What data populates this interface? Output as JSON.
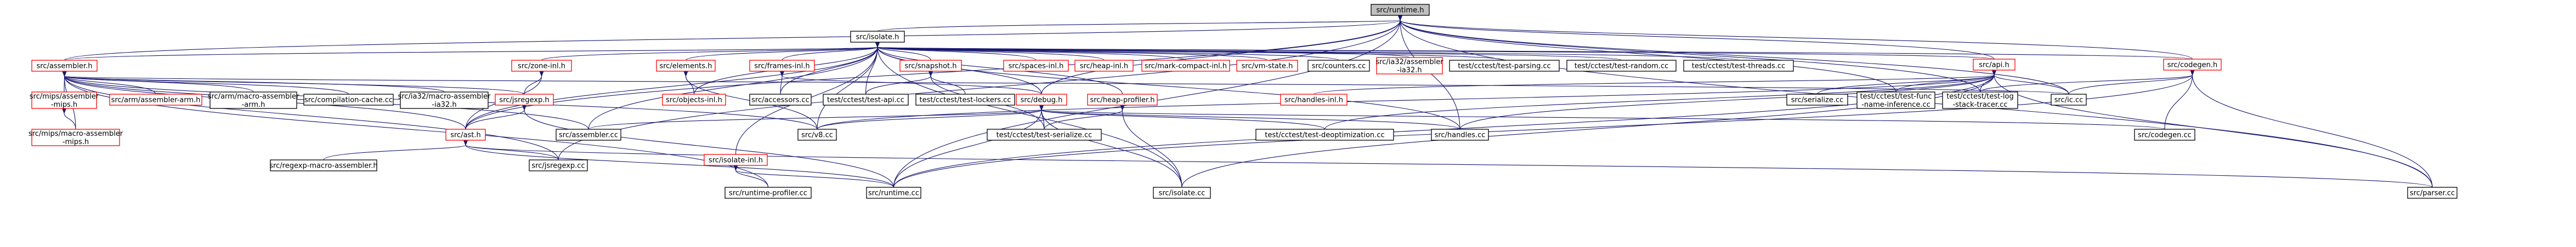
{
  "diagram": {
    "root": "src/runtime.h",
    "nodes": [
      {
        "id": "runtime_h",
        "label": "src/runtime.h",
        "style": "root"
      },
      {
        "id": "isolate_h",
        "label": "src/isolate.h",
        "style": "plain"
      },
      {
        "id": "assembler_h",
        "label": "src/assembler.h",
        "style": "red"
      },
      {
        "id": "zone_inl",
        "label": "src/zone-inl.h",
        "style": "red"
      },
      {
        "id": "elements_h",
        "label": "src/elements.h",
        "style": "red"
      },
      {
        "id": "frames_inl",
        "label": "src/frames-inl.h",
        "style": "red"
      },
      {
        "id": "snapshot_h",
        "label": "src/snapshot.h",
        "style": "red"
      },
      {
        "id": "spaces_inl",
        "label": "src/spaces-inl.h",
        "style": "red"
      },
      {
        "id": "heap_inl",
        "label": "src/heap-inl.h",
        "style": "red"
      },
      {
        "id": "mark_compact_inl",
        "label": "src/mark-compact-inl.h",
        "style": "red"
      },
      {
        "id": "vm_state_h",
        "label": "src/vm-state.h",
        "style": "red"
      },
      {
        "id": "counters_cc",
        "label": "src/counters.cc",
        "style": "plain"
      },
      {
        "id": "ia32_assembler_ia32_h",
        "label": "src/ia32/assembler\n-ia32.h",
        "style": "red"
      },
      {
        "id": "test_parsing",
        "label": "test/cctest/test-parsing.cc",
        "style": "plain"
      },
      {
        "id": "test_random",
        "label": "test/cctest/test-random.cc",
        "style": "plain"
      },
      {
        "id": "test_threads",
        "label": "test/cctest/test-threads.cc",
        "style": "plain"
      },
      {
        "id": "api_h",
        "label": "src/api.h",
        "style": "red"
      },
      {
        "id": "codegen_h",
        "label": "src/codegen.h",
        "style": "red"
      },
      {
        "id": "mips_assembler_mips_h",
        "label": "src/mips/assembler\n-mips.h",
        "style": "red"
      },
      {
        "id": "arm_assembler_arm_h",
        "label": "src/arm/assembler-arm.h",
        "style": "red"
      },
      {
        "id": "arm_macro_assembler_arm_h",
        "label": "src/arm/macro-assembler\n-arm.h",
        "style": "plain"
      },
      {
        "id": "compilation_cache_cc",
        "label": "src/compilation-cache.cc",
        "style": "plain"
      },
      {
        "id": "ia32_macro_assembler_ia32_h",
        "label": "src/ia32/macro-assembler\n-ia32.h",
        "style": "plain"
      },
      {
        "id": "jsregexp_h",
        "label": "src/jsregexp.h",
        "style": "red"
      },
      {
        "id": "objects_inl_h",
        "label": "src/objects-inl.h",
        "style": "red"
      },
      {
        "id": "accessors_cc",
        "label": "src/accessors.cc",
        "style": "plain"
      },
      {
        "id": "test_api",
        "label": "test/cctest/test-api.cc",
        "style": "plain"
      },
      {
        "id": "test_lockers",
        "label": "test/cctest/test-lockers.cc",
        "style": "plain"
      },
      {
        "id": "debug_h",
        "label": "src/debug.h",
        "style": "red"
      },
      {
        "id": "heap_profiler_h",
        "label": "src/heap-profiler.h",
        "style": "red"
      },
      {
        "id": "handles_inl_h",
        "label": "src/handles-inl.h",
        "style": "red"
      },
      {
        "id": "serialize_cc",
        "label": "src/serialize.cc",
        "style": "plain"
      },
      {
        "id": "test_func_name_inference",
        "label": "test/cctest/test-func\n-name-inference.cc",
        "style": "plain"
      },
      {
        "id": "test_log_stack_tracer",
        "label": "test/cctest/test-log\n-stack-tracer.cc",
        "style": "plain"
      },
      {
        "id": "ic_cc",
        "label": "src/ic.cc",
        "style": "plain"
      },
      {
        "id": "mips_macro_assembler_mips_h",
        "label": "src/mips/macro-assembler\n-mips.h",
        "style": "red"
      },
      {
        "id": "ast_h",
        "label": "src/ast.h",
        "style": "red"
      },
      {
        "id": "assembler_cc",
        "label": "src/assembler.cc",
        "style": "plain"
      },
      {
        "id": "v8_cc",
        "label": "src/v8.cc",
        "style": "plain"
      },
      {
        "id": "isolate_inl_h",
        "label": "src/isolate-inl.h",
        "style": "red"
      },
      {
        "id": "test_serialize",
        "label": "test/cctest/test-serialize.cc",
        "style": "plain"
      },
      {
        "id": "test_deoptimization",
        "label": "test/cctest/test-deoptimization.cc",
        "style": "plain"
      },
      {
        "id": "handles_cc",
        "label": "src/handles.cc",
        "style": "plain"
      },
      {
        "id": "codegen_cc",
        "label": "src/codegen.cc",
        "style": "plain"
      },
      {
        "id": "regexp_macro_assembler_h",
        "label": "src/regexp-macro-assembler.h",
        "style": "plain"
      },
      {
        "id": "jsregexp_cc",
        "label": "src/jsregexp.cc",
        "style": "plain"
      },
      {
        "id": "runtime_profiler_cc",
        "label": "src/runtime-profiler.cc",
        "style": "plain"
      },
      {
        "id": "runtime_cc",
        "label": "src/runtime.cc",
        "style": "plain"
      },
      {
        "id": "isolate_cc",
        "label": "src/isolate.cc",
        "style": "plain"
      },
      {
        "id": "parser_cc",
        "label": "src/parser.cc",
        "style": "plain"
      }
    ],
    "edges": [
      [
        "runtime_h",
        "isolate_h"
      ],
      [
        "runtime_h",
        "assembler_h"
      ],
      [
        "runtime_h",
        "api_h"
      ],
      [
        "runtime_h",
        "codegen_h"
      ],
      [
        "runtime_h",
        "ic_cc"
      ],
      [
        "runtime_h",
        "ast_h"
      ],
      [
        "runtime_h",
        "runtime_cc"
      ],
      [
        "runtime_h",
        "parser_cc"
      ],
      [
        "runtime_h",
        "test_func_name_inference"
      ],
      [
        "runtime_h",
        "test_log_stack_tracer"
      ],
      [
        "runtime_h",
        "handles_cc"
      ],
      [
        "runtime_h",
        "jsregexp_cc"
      ],
      [
        "runtime_h",
        "debug_h"
      ],
      [
        "isolate_h",
        "assembler_h"
      ],
      [
        "isolate_h",
        "zone_inl"
      ],
      [
        "isolate_h",
        "elements_h"
      ],
      [
        "isolate_h",
        "frames_inl"
      ],
      [
        "isolate_h",
        "snapshot_h"
      ],
      [
        "isolate_h",
        "spaces_inl"
      ],
      [
        "isolate_h",
        "heap_inl"
      ],
      [
        "isolate_h",
        "mark_compact_inl"
      ],
      [
        "isolate_h",
        "vm_state_h"
      ],
      [
        "isolate_h",
        "counters_cc"
      ],
      [
        "isolate_h",
        "ia32_assembler_ia32_h"
      ],
      [
        "isolate_h",
        "test_parsing"
      ],
      [
        "isolate_h",
        "test_random"
      ],
      [
        "isolate_h",
        "test_threads"
      ],
      [
        "isolate_h",
        "api_h"
      ],
      [
        "isolate_h",
        "codegen_h"
      ],
      [
        "isolate_h",
        "debug_h"
      ],
      [
        "isolate_h",
        "heap_profiler_h"
      ],
      [
        "isolate_h",
        "isolate_inl_h"
      ],
      [
        "isolate_h",
        "v8_cc"
      ],
      [
        "isolate_h",
        "assembler_cc"
      ],
      [
        "isolate_h",
        "isolate_cc"
      ],
      [
        "isolate_h",
        "ast_h"
      ],
      [
        "isolate_h",
        "objects_inl_h"
      ],
      [
        "isolate_h",
        "accessors_cc"
      ],
      [
        "isolate_h",
        "test_api"
      ],
      [
        "isolate_h",
        "handles_cc"
      ],
      [
        "assembler_h",
        "mips_assembler_mips_h"
      ],
      [
        "assembler_h",
        "arm_assembler_arm_h"
      ],
      [
        "assembler_h",
        "arm_macro_assembler_arm_h"
      ],
      [
        "assembler_h",
        "compilation_cache_cc"
      ],
      [
        "assembler_h",
        "ia32_macro_assembler_ia32_h"
      ],
      [
        "assembler_h",
        "jsregexp_h"
      ],
      [
        "assembler_h",
        "ast_h"
      ],
      [
        "assembler_h",
        "assembler_cc"
      ],
      [
        "assembler_h",
        "v8_cc"
      ],
      [
        "assembler_h",
        "jsregexp_cc"
      ],
      [
        "assembler_h",
        "runtime_profiler_cc"
      ],
      [
        "assembler_h",
        "mips_macro_assembler_mips_h"
      ],
      [
        "assembler_h",
        "ic_cc"
      ],
      [
        "mips_assembler_mips_h",
        "mips_macro_assembler_mips_h"
      ],
      [
        "zone_inl",
        "ast_h"
      ],
      [
        "zone_inl",
        "jsregexp_h"
      ],
      [
        "jsregexp_h",
        "ast_h"
      ],
      [
        "jsregexp_h",
        "runtime_cc"
      ],
      [
        "ast_h",
        "regexp_macro_assembler_h"
      ],
      [
        "ast_h",
        "jsregexp_cc"
      ],
      [
        "ast_h",
        "runtime_cc"
      ],
      [
        "ast_h",
        "parser_cc"
      ],
      [
        "elements_h",
        "objects_inl_h"
      ],
      [
        "elements_h",
        "v8_cc"
      ],
      [
        "frames_inl",
        "accessors_cc"
      ],
      [
        "frames_inl",
        "debug_h"
      ],
      [
        "snapshot_h",
        "test_api"
      ],
      [
        "snapshot_h",
        "test_lockers"
      ],
      [
        "snapshot_h",
        "test_serialize"
      ],
      [
        "debug_h",
        "assembler_cc"
      ],
      [
        "debug_h",
        "v8_cc"
      ],
      [
        "debug_h",
        "test_serialize"
      ],
      [
        "debug_h",
        "test_deoptimization"
      ],
      [
        "debug_h",
        "handles_cc"
      ],
      [
        "debug_h",
        "codegen_cc"
      ],
      [
        "debug_h",
        "isolate_cc"
      ],
      [
        "debug_h",
        "runtime_cc"
      ],
      [
        "heap_profiler_h",
        "test_serialize"
      ],
      [
        "heap_profiler_h",
        "isolate_cc"
      ],
      [
        "api_h",
        "handles_inl_h"
      ],
      [
        "api_h",
        "serialize_cc"
      ],
      [
        "api_h",
        "test_func_name_inference"
      ],
      [
        "api_h",
        "test_log_stack_tracer"
      ],
      [
        "api_h",
        "ic_cc"
      ],
      [
        "api_h",
        "v8_cc"
      ],
      [
        "api_h",
        "handles_cc"
      ],
      [
        "api_h",
        "isolate_cc"
      ],
      [
        "api_h",
        "runtime_cc"
      ],
      [
        "api_h",
        "parser_cc"
      ],
      [
        "api_h",
        "test_deoptimization"
      ],
      [
        "codegen_h",
        "ic_cc"
      ],
      [
        "codegen_h",
        "codegen_cc"
      ],
      [
        "codegen_h",
        "test_log_stack_tracer"
      ],
      [
        "codegen_h",
        "runtime_cc"
      ],
      [
        "codegen_h",
        "parser_cc"
      ],
      [
        "isolate_inl_h",
        "runtime_profiler_cc"
      ],
      [
        "isolate_inl_h",
        "runtime_cc"
      ]
    ]
  }
}
